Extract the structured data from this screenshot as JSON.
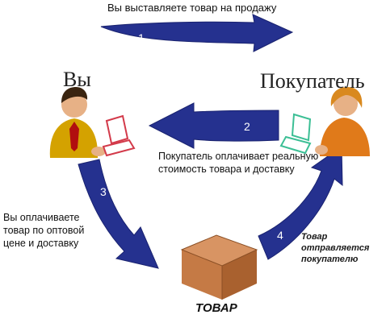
{
  "diagram": {
    "steps": [
      {
        "number": "1",
        "text": "Вы выставляете товар на продажу"
      },
      {
        "number": "2",
        "text": "Покупатель оплачивает реальную\nстоимость товара и доставку"
      },
      {
        "number": "3",
        "text": "Вы оплачиваете\nтовар по оптовой\nцене и доставку"
      },
      {
        "number": "4",
        "text": "Товар\nотправляется\nпокупателю"
      }
    ],
    "actors": {
      "seller": "Вы",
      "buyer": "Покупатель"
    },
    "product_label": "ТОВАР"
  },
  "colors": {
    "arrow": "#25318f",
    "arrow_dark": "#1a2370",
    "box": "#c57a45",
    "figure": "#d4a200",
    "skin": "#e7b186",
    "hair": "#d9891f"
  }
}
